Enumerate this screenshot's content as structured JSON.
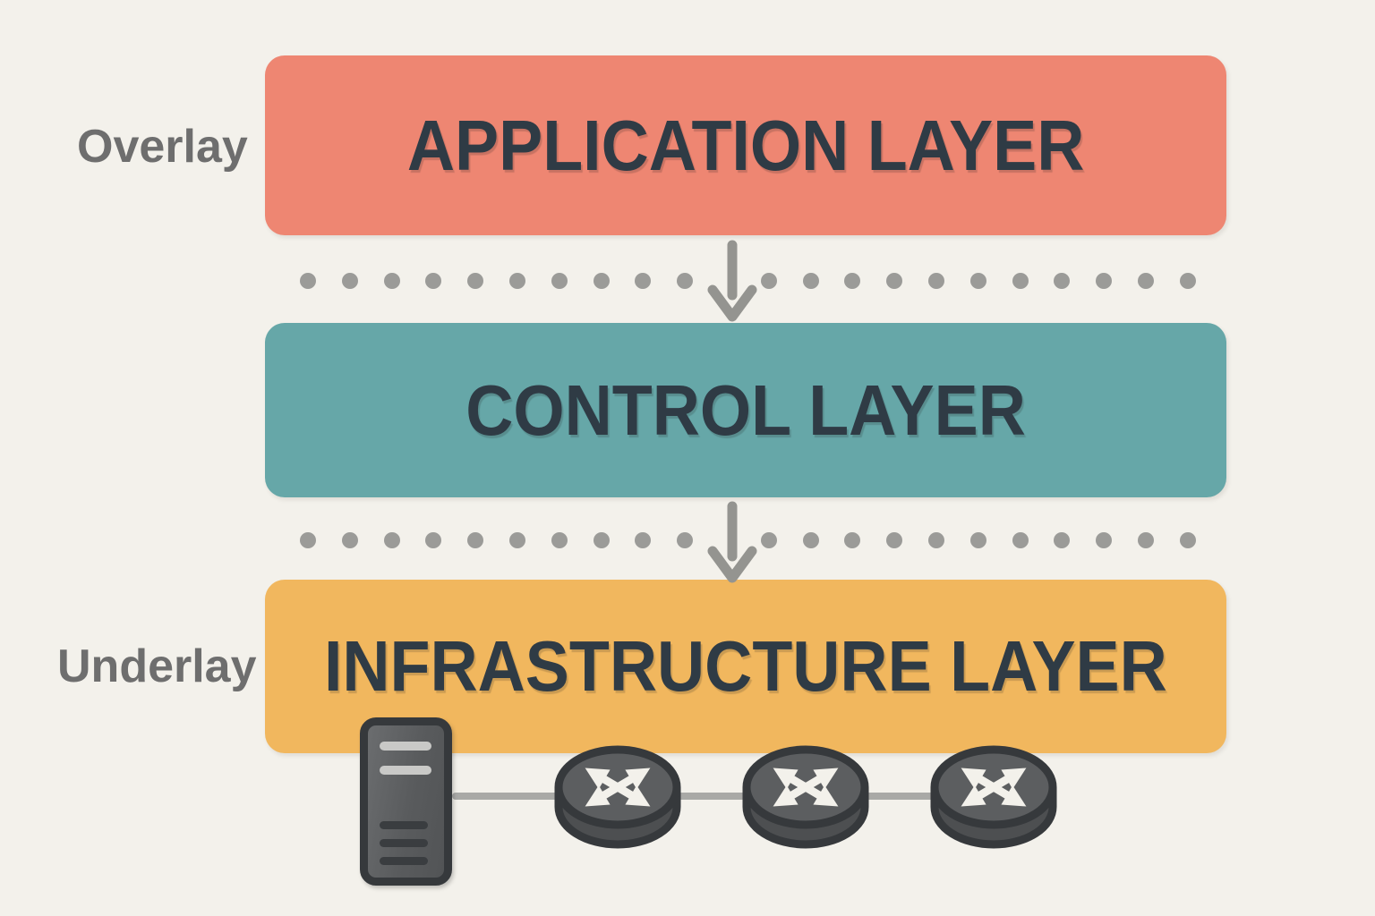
{
  "annotations": {
    "overlay": "Overlay",
    "underlay": "Underlay"
  },
  "layers": [
    {
      "label": "APPLICATION LAYER",
      "color": "#EE8672",
      "plane": "overlay"
    },
    {
      "label": "CONTROL LAYER",
      "color": "#66A7A8",
      "plane": ""
    },
    {
      "label": "INFRASTRUCTURE LAYER",
      "color": "#F1B75E",
      "plane": "underlay"
    }
  ],
  "dividers": {
    "rows": 2,
    "dots_per_row": 22,
    "hidden_dot_index": 10,
    "arrow_direction": "down"
  },
  "icons": {
    "arrow": "down-arrow-icon",
    "server": "server-tower-icon",
    "routers": [
      "router-icon",
      "router-icon",
      "router-icon"
    ],
    "link": "network-link-line"
  },
  "colors": {
    "background": "#F3F1EB",
    "layer_text": "#2F3B45",
    "side_label": "#6E6E6E",
    "dots": "#9B9B98",
    "arrow": "#949490",
    "link_line": "#A9A9A6",
    "device_body": "#595B5D",
    "device_border": "#36393C",
    "device_arrow_glyph": "#F3F1EB"
  }
}
